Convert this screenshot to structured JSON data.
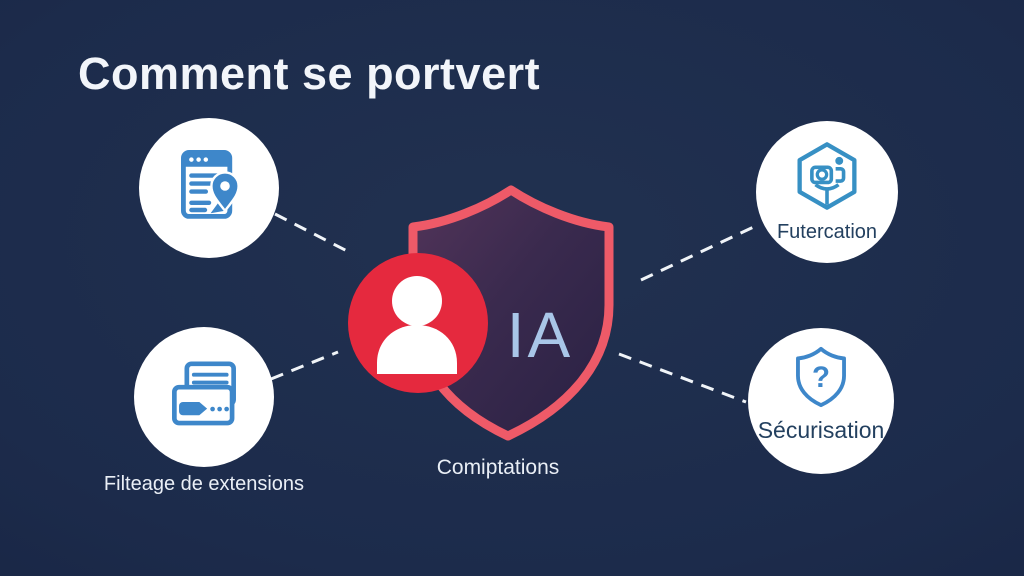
{
  "title": "Comment se portvert",
  "center": {
    "shield_text": "IA",
    "caption": "Comiptations"
  },
  "nodes": {
    "top_left": {
      "icon": "webpage-location-pin-icon",
      "caption": ""
    },
    "bottom_left": {
      "icon": "documents-filter-tag-icon",
      "caption": "Filteage de extensions"
    },
    "top_right": {
      "icon": "hexagon-camera-icon",
      "label": "Futercation"
    },
    "bottom_right": {
      "icon": "shield-question-icon",
      "label": "Sécurisation",
      "question_mark": "?"
    }
  },
  "colors": {
    "background": "#1c2b4b",
    "accent_red": "#e5293e",
    "shield_stroke": "#ee5a68",
    "shield_fill_light": "#503258",
    "shield_fill_dark": "#2b2244",
    "icon_blue": "#3e87ca",
    "connector_white": "#f0f4f8",
    "title_text": "#f2f5fa",
    "dark_label_text": "#23405f",
    "ia_text": "#a9c6e8"
  }
}
